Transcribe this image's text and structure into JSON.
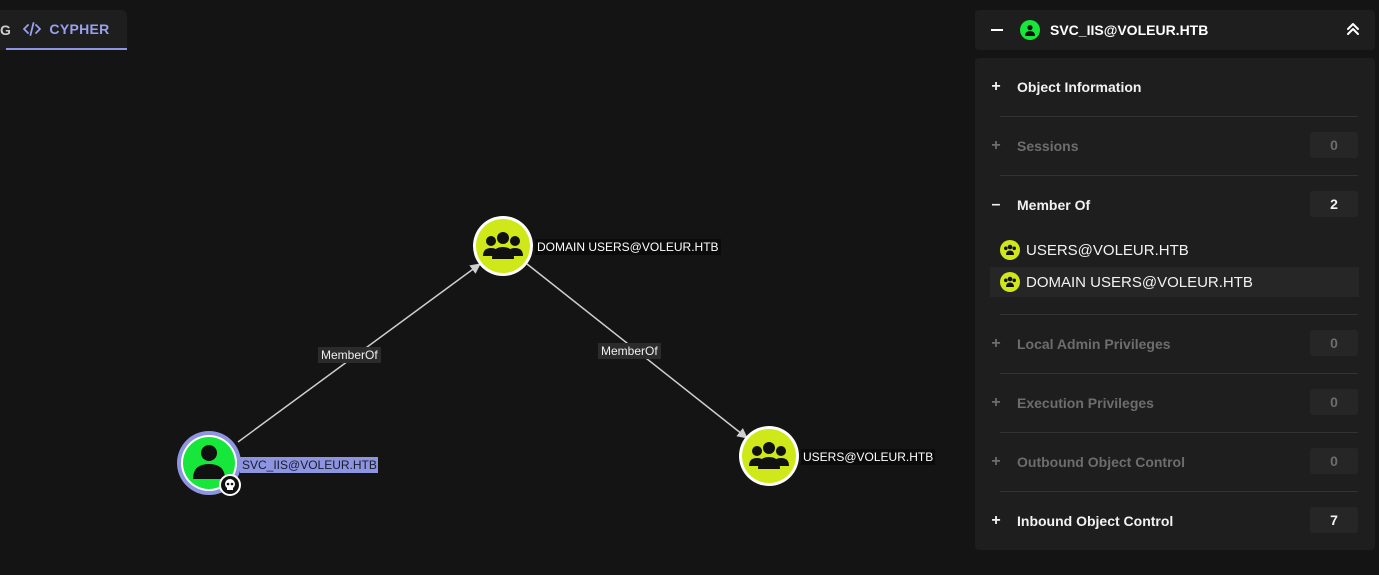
{
  "tabs": {
    "previous_fragment": "G",
    "cypher_label": "CYPHER"
  },
  "colors": {
    "user_node": "#17e63a",
    "group_node": "#cfe81a",
    "selection": "#8e95e0",
    "edge": "#cfcfcf"
  },
  "graph": {
    "nodes": [
      {
        "id": "svc",
        "label": "SVC_IIS@VOLEUR.HTB",
        "kind": "user",
        "selected": true,
        "badge": "skull-icon"
      },
      {
        "id": "domainusers",
        "label": "DOMAIN USERS@VOLEUR.HTB",
        "kind": "group"
      },
      {
        "id": "users",
        "label": "USERS@VOLEUR.HTB",
        "kind": "group"
      }
    ],
    "edges": [
      {
        "from": "svc",
        "to": "domainusers",
        "label": "MemberOf"
      },
      {
        "from": "domainusers",
        "to": "users",
        "label": "MemberOf"
      }
    ]
  },
  "panel": {
    "title": "SVC_IIS@VOLEUR.HTB",
    "header_icon": "user-icon",
    "sections": [
      {
        "label": "Object Information",
        "state": "collapsed",
        "enabled": true,
        "count": ""
      },
      {
        "label": "Sessions",
        "state": "collapsed",
        "enabled": false,
        "count": "0"
      },
      {
        "label": "Member Of",
        "state": "expanded",
        "enabled": true,
        "count": "2"
      },
      {
        "label": "Local Admin Privileges",
        "state": "collapsed",
        "enabled": false,
        "count": "0"
      },
      {
        "label": "Execution Privileges",
        "state": "collapsed",
        "enabled": false,
        "count": "0"
      },
      {
        "label": "Outbound Object Control",
        "state": "collapsed",
        "enabled": false,
        "count": "0"
      },
      {
        "label": "Inbound Object Control",
        "state": "collapsed",
        "enabled": true,
        "count": "7"
      }
    ],
    "member_of": [
      {
        "name": "USERS@VOLEUR.HTB",
        "icon": "group-icon"
      },
      {
        "name": "DOMAIN USERS@VOLEUR.HTB",
        "icon": "group-icon",
        "highlighted": true
      }
    ]
  }
}
